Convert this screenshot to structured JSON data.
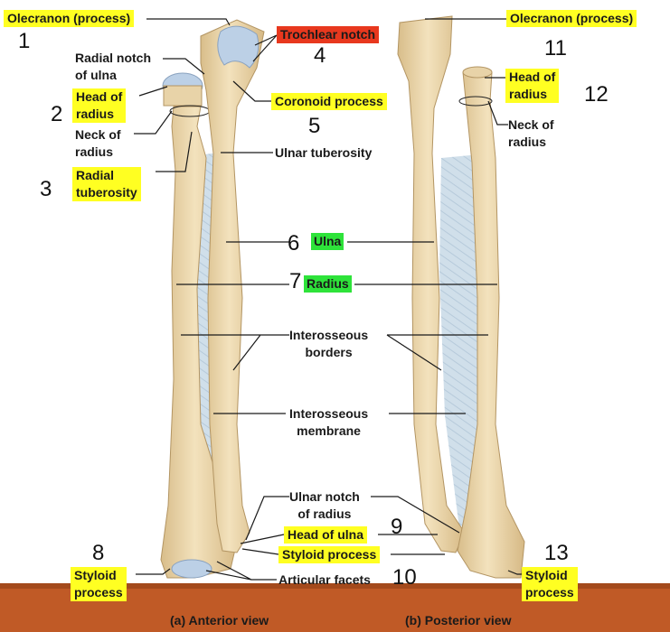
{
  "labels": {
    "olecranon_left": "Olecranon (process)",
    "olecranon_right": "Olecranon (process)",
    "trochlear_notch": "Trochlear notch",
    "radial_notch": "Radial notch\nof ulna",
    "coronoid_process": "Coronoid process",
    "head_of_radius_left": "Head of\nradius",
    "head_of_radius_right": "Head of\nradius",
    "neck_of_radius_left": "Neck of\nradius",
    "neck_of_radius_right": "Neck of\nradius",
    "ulnar_tuberosity": "Ulnar tuberosity",
    "radial_tuberosity": "Radial\ntuberosity",
    "ulna": "Ulna",
    "radius": "Radius",
    "interosseous_borders": "Interosseous\nborders",
    "interosseous_membrane": "Interosseous\nmembrane",
    "ulnar_notch_of_radius": "Ulnar notch\nof radius",
    "head_of_ulna": "Head of ulna",
    "styloid_process_center": "Styloid process",
    "styloid_process_left": "Styloid\nprocess",
    "styloid_process_right": "Styloid\nprocess",
    "articular_facets": "Articular facets"
  },
  "numbers": [
    "1",
    "2",
    "3",
    "4",
    "5",
    "6",
    "7",
    "8",
    "9",
    "10",
    "11",
    "12",
    "13"
  ],
  "captions": {
    "anterior": "(a) Anterior view",
    "posterior": "(b) Posterior view"
  },
  "colors": {
    "highlight_yellow": "#ffff22",
    "highlight_red": "#e8381e",
    "highlight_green": "#2ee33a",
    "bone": "#ecd7ab",
    "cartilage": "#b9cfe6",
    "membrane": "#c9d9e6",
    "floor": "#c05a26"
  }
}
